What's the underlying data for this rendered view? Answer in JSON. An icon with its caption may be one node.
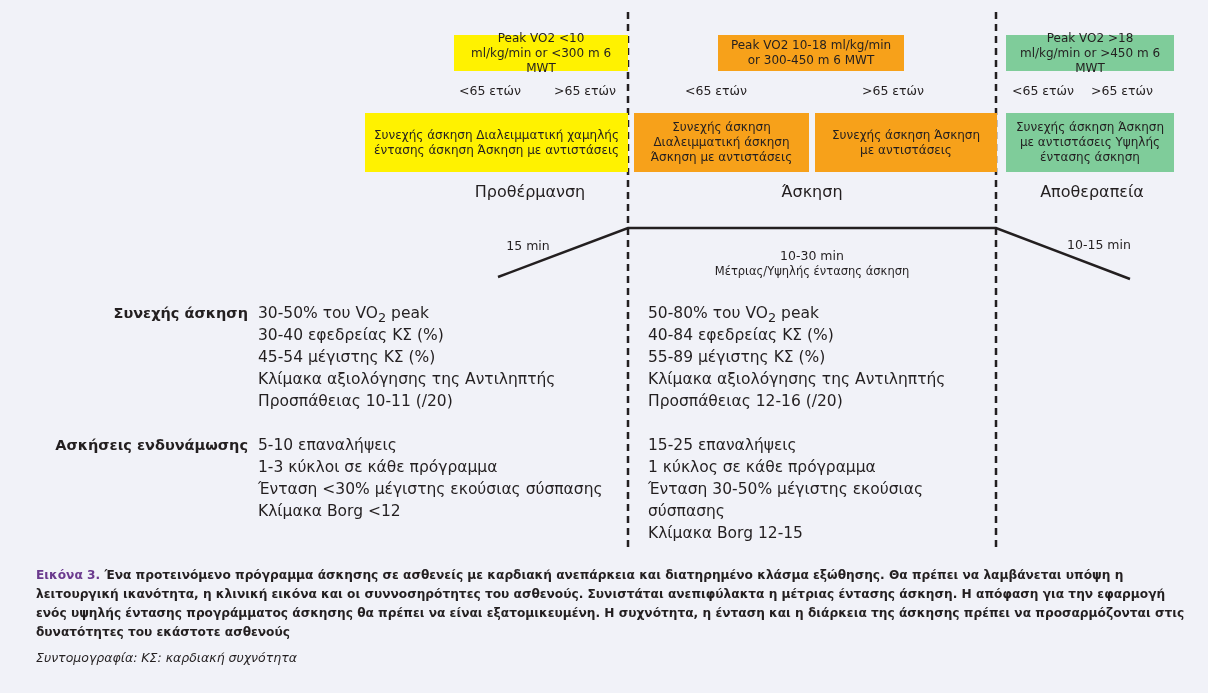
{
  "diagram": {
    "caption": "Εικόνα 3. Ένα προτεινόμενο πρόγραμμα άσκησης σε ασθενείς με καρδιακή ανεπάρκεια και διατηρημένο κλάσμα εξώθησης. Θα πρέπει να λαμβάνεται υπόψη η λειτουργική ικανότητα, η κλινική εικόνα και οι συννοσηρότητες του ασθενούς. Συνιστάται ανεπιφύλακτα η μέτριας έντασης άσκηση. Η απόφαση για την εφαρμογή ενός υψηλής έντασης προγράμματος άσκησης θα πρέπει να είναι εξατομικευμένη. Η συχνότητα, η ένταση και η διάρκεια της άσκησης πρέπει να προσαρμόζονται στις δυνατότητες του εκάστοτε ασθενούς",
    "nodes": [
      {
        "text": [
          "Peak VO2 <10 ml/kg/min or <300 m 6 MWT"
        ]
      },
      {
        "text": [
          "Peak VO2 10-18 ml/kg/min or 300-450 m 6 MWT"
        ]
      },
      {
        "text": [
          "Peak VO2 >18 ml/kg/min or >450 m 6 MWT"
        ]
      },
      {
        "text": [
          "Συνεχής άσκηση Διαλειμματική χαμηλής έντασης άσκηση Άσκηση με αντιστάσεις"
        ]
      },
      {
        "text": [
          "Συνεχής άσκηση Διαλειμματική άσκηση Άσκηση με αντιστάσεις"
        ]
      },
      {
        "text": [
          "Συνεχής άσκηση Άσκηση με αντιστάσεις"
        ]
      },
      {
        "text": [
          "Συνεχής άσκηση Άσκηση με αντιστάσεις Υψηλής έντασης άσκηση"
        ]
      }
    ],
    "labels": [
      "<65 ετών",
      ">65 ετών",
      "<65 ετών",
      ">65 ετών",
      "<65 ετών",
      ">65 ετών",
      "Προθέρμανση",
      "Άσκηση",
      "Αποθεραπεία",
      "15 min",
      "10-30 min",
      "Μέτριας/Υψηλής έντασης άσκηση",
      "10-15 min",
      "Συνεχής άσκηση",
      "30-50% του VO$_{2}$ peak",
      "30-40 εφεδρείας ΚΣ (%)",
      "45-54 μέγιστης ΚΣ (%)",
      "Κλίμακα αξιολόγησης της Αντιληπτής Προσπάθειας 10-11 (/20)",
      "50-80% του VO$_{2}$ peak",
      "40-84 εφεδρείας ΚΣ (%)",
      "55-89 μέγιστης ΚΣ (%)",
      "Κλίμακα αξιολόγησης της Αντιληπτής Προσπάθειας 12-16 (/20)",
      "Ασκήσεις ενδυνάμωσης",
      "5-10 επαναλήψεις",
      "1-3 κύκλοι σε κάθε πρόγραμμα",
      "Ένταση <30% μέγιστης εκούσιας σύσπασης",
      "Κλίμακα Borg <12",
      "15-25 επαναλήψεις",
      "1 κύκλος σε κάθε πρόγραμμα",
      "Ένταση 30-50% μέγιστης εκούσιας σύσπασης",
      "Κλίμακα Borg 12-15",
      "Συντομογραφία: ΚΣ: καρδιακή συχνότητα"
    ]
  }
}
